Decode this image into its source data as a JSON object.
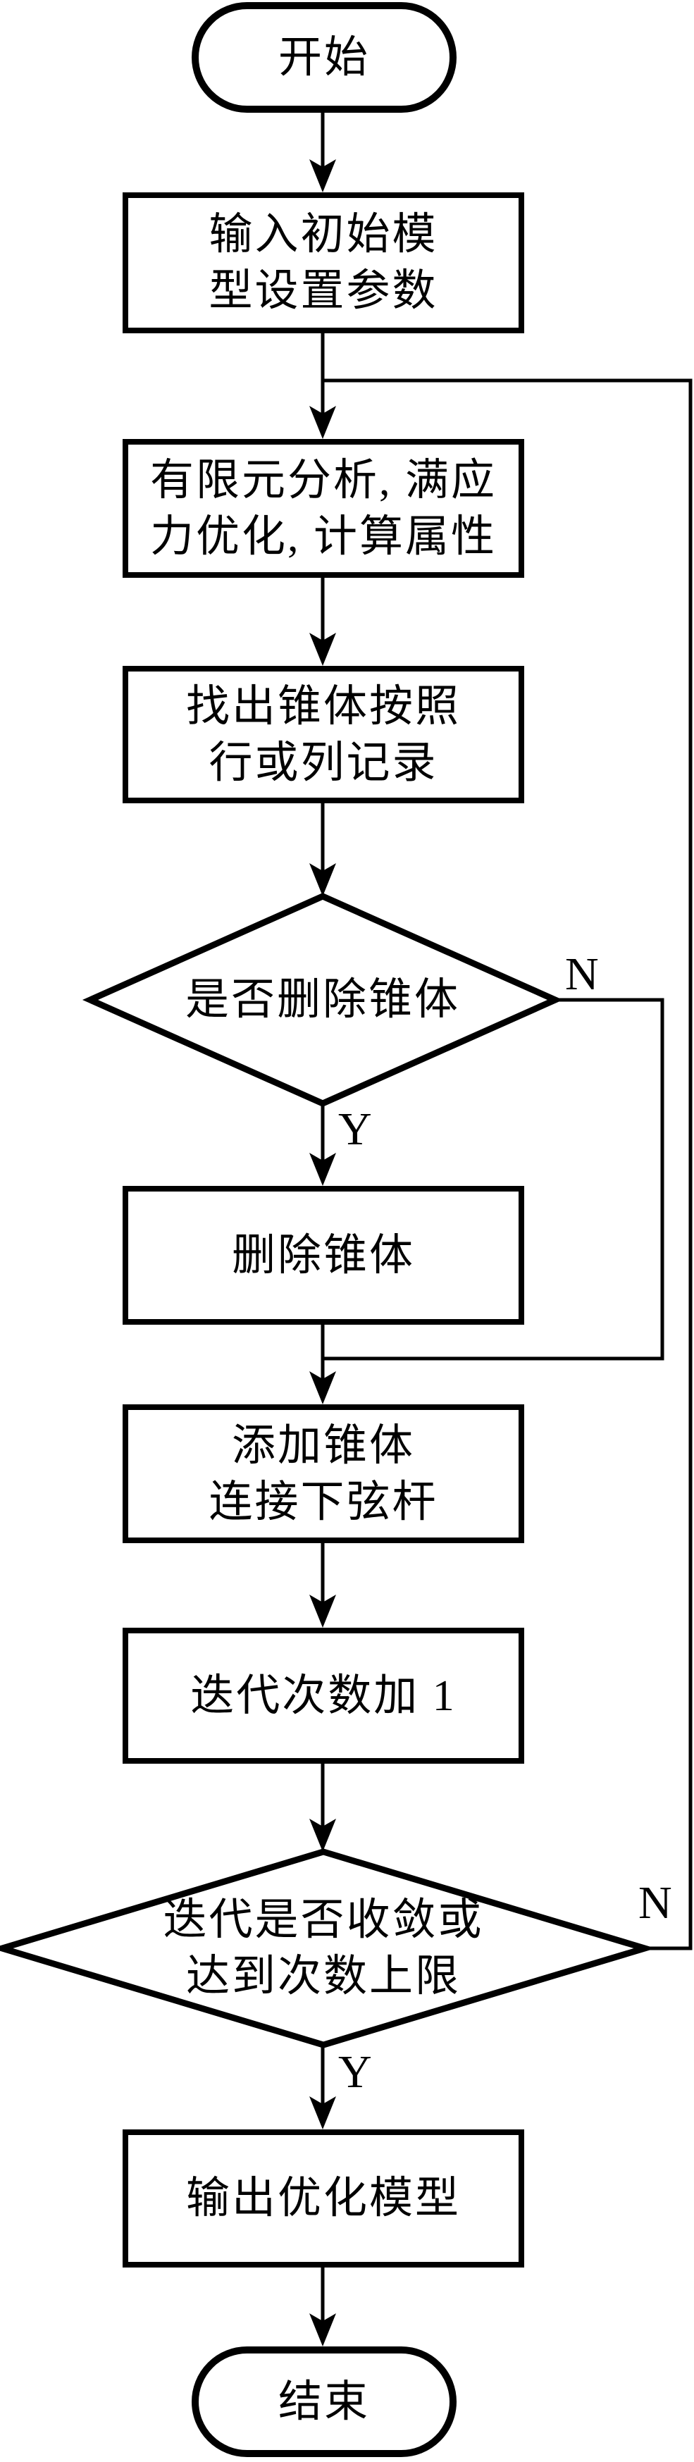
{
  "page": {
    "background": "#ffffff",
    "ink": "#000000"
  },
  "flowchart": {
    "nodes": {
      "start": {
        "label": "开始"
      },
      "input": {
        "line1": "输入初始模",
        "line2": "型设置参数"
      },
      "analyze": {
        "line1": "有限元分析, 满应",
        "line2": "力优化, 计算属性"
      },
      "find": {
        "line1": "找出锥体按照",
        "line2": "行或列记录"
      },
      "delete_q": {
        "label": "是否删除锥体"
      },
      "delete": {
        "label": "删除锥体"
      },
      "add": {
        "line1": "添加锥体",
        "line2": "连接下弦杆"
      },
      "iterate": {
        "label": "迭代次数加 1"
      },
      "converge_q": {
        "line1": "迭代是否收敛或",
        "line2": "达到次数上限"
      },
      "output": {
        "label": "输出优化模型"
      },
      "end": {
        "label": "结束"
      }
    },
    "branch_labels": {
      "n1": "N",
      "y1": "Y",
      "n2": "N",
      "y2": "Y"
    }
  }
}
